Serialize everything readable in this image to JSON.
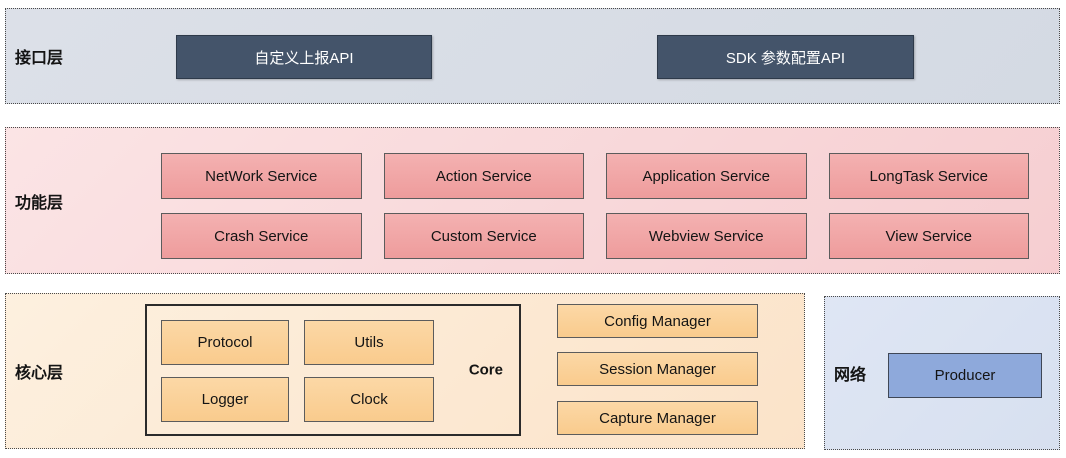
{
  "layers": {
    "interface": {
      "label": "接口层",
      "nodes": [
        "自定义上报API",
        "SDK 参数配置API"
      ]
    },
    "function": {
      "label": "功能层",
      "services": [
        "NetWork Service",
        "Action Service",
        "Application Service",
        "LongTask Service",
        "Crash Service",
        "Custom Service",
        "Webview Service",
        "View Service"
      ]
    },
    "core": {
      "label": "核心层",
      "core_box": {
        "label": "Core",
        "modules": [
          "Protocol",
          "Utils",
          "Logger",
          "Clock"
        ]
      },
      "managers": [
        "Config Manager",
        "Session Manager",
        "Capture Manager"
      ]
    },
    "network": {
      "label": "网络",
      "node": "Producer"
    }
  },
  "colors": {
    "interface_layer_bg": "#d6dce4",
    "api_node_bg": "#44546a",
    "api_node_text": "#ffffff",
    "function_layer_bg": "#f8d8da",
    "service_node_bg": "#f0a4a4",
    "core_layer_bg": "#fceed8",
    "module_node_bg": "#fbd199",
    "network_layer_bg": "#dbe3f2",
    "producer_node_bg": "#8ea9db",
    "node_border": "#5c5c5c",
    "layer_border": "#4a4a4a"
  }
}
